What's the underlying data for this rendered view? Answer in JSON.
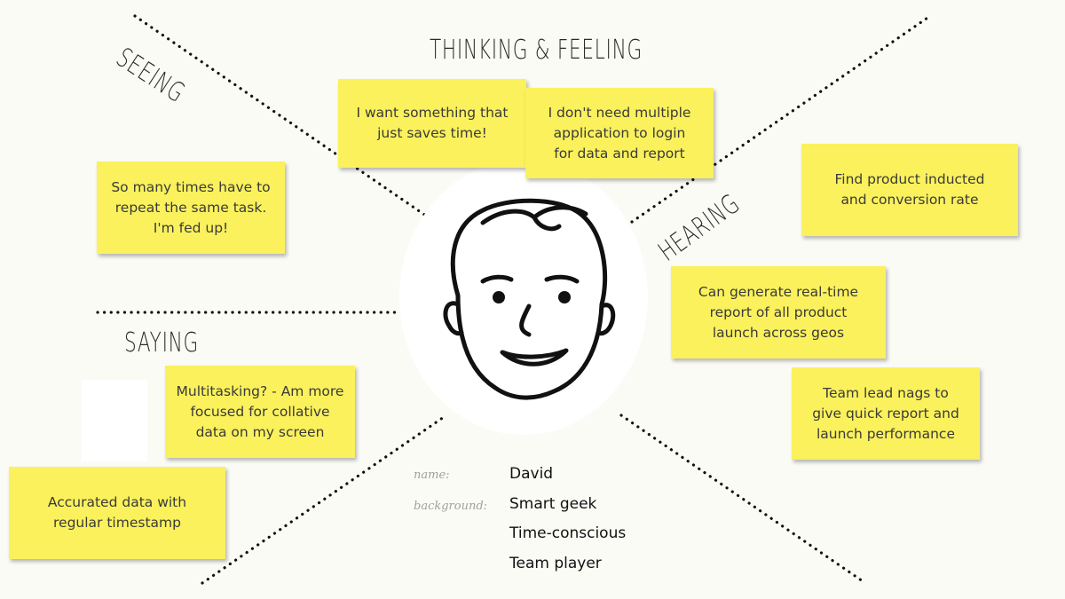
{
  "sections": {
    "seeing": "SEEING",
    "thinking_feeling": "THINKING & FEELING",
    "hearing": "HEARING",
    "saying": "SAYING"
  },
  "notes": {
    "seeing_1": "So many times have to\nrepeat the same task.\nI'm fed up!",
    "thinking_1": "I want something that\njust saves time!",
    "thinking_2": "I don't need multiple\napplication to login\nfor data and report",
    "hearing_1": "Find product inducted\nand conversion rate",
    "hearing_2": "Can generate real-time\nreport of all product\nlaunch across geos",
    "hearing_3": "Team lead nags to\ngive quick report and\nlaunch performance",
    "saying_1": "Multitasking? - Am more\nfocused for collative\ndata on my screen",
    "saying_2": "Accurated data with\nregular timestamp"
  },
  "persona": {
    "name_label": "name:",
    "name": "David",
    "background_label": "background:",
    "background": [
      "Smart geek",
      "Time-conscious",
      "Team player"
    ]
  },
  "colors": {
    "sticky": "#faf15c",
    "background": "#fbfbf6",
    "ink": "#111111"
  },
  "icons": [
    "face-icon"
  ]
}
